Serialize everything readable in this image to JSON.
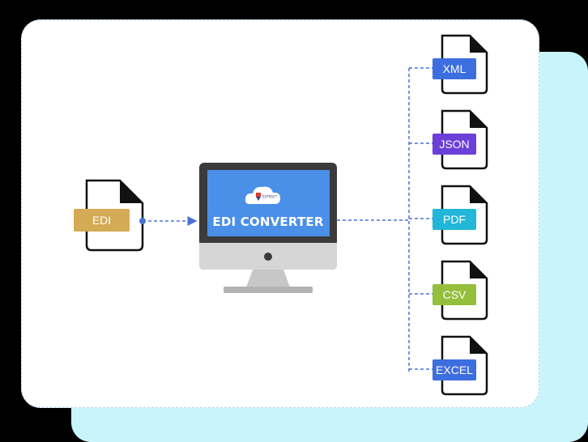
{
  "source": {
    "label": "EDI",
    "color": "#d4aa55"
  },
  "converter": {
    "title": "EDI CONVERTER",
    "brand": "EXTRACT",
    "screen_color": "#4a8fe8"
  },
  "outputs": [
    {
      "label": "XML",
      "color": "#3d6ee0"
    },
    {
      "label": "JSON",
      "color": "#6b3fd8"
    },
    {
      "label": "PDF",
      "color": "#22b6d8"
    },
    {
      "label": "CSV",
      "color": "#94be3c"
    },
    {
      "label": "EXCEL",
      "color": "#3d6ee0"
    }
  ],
  "colors": {
    "connector": "#4a72d4",
    "panel_back": "#c7f5fb",
    "panel_front": "#ffffff"
  }
}
